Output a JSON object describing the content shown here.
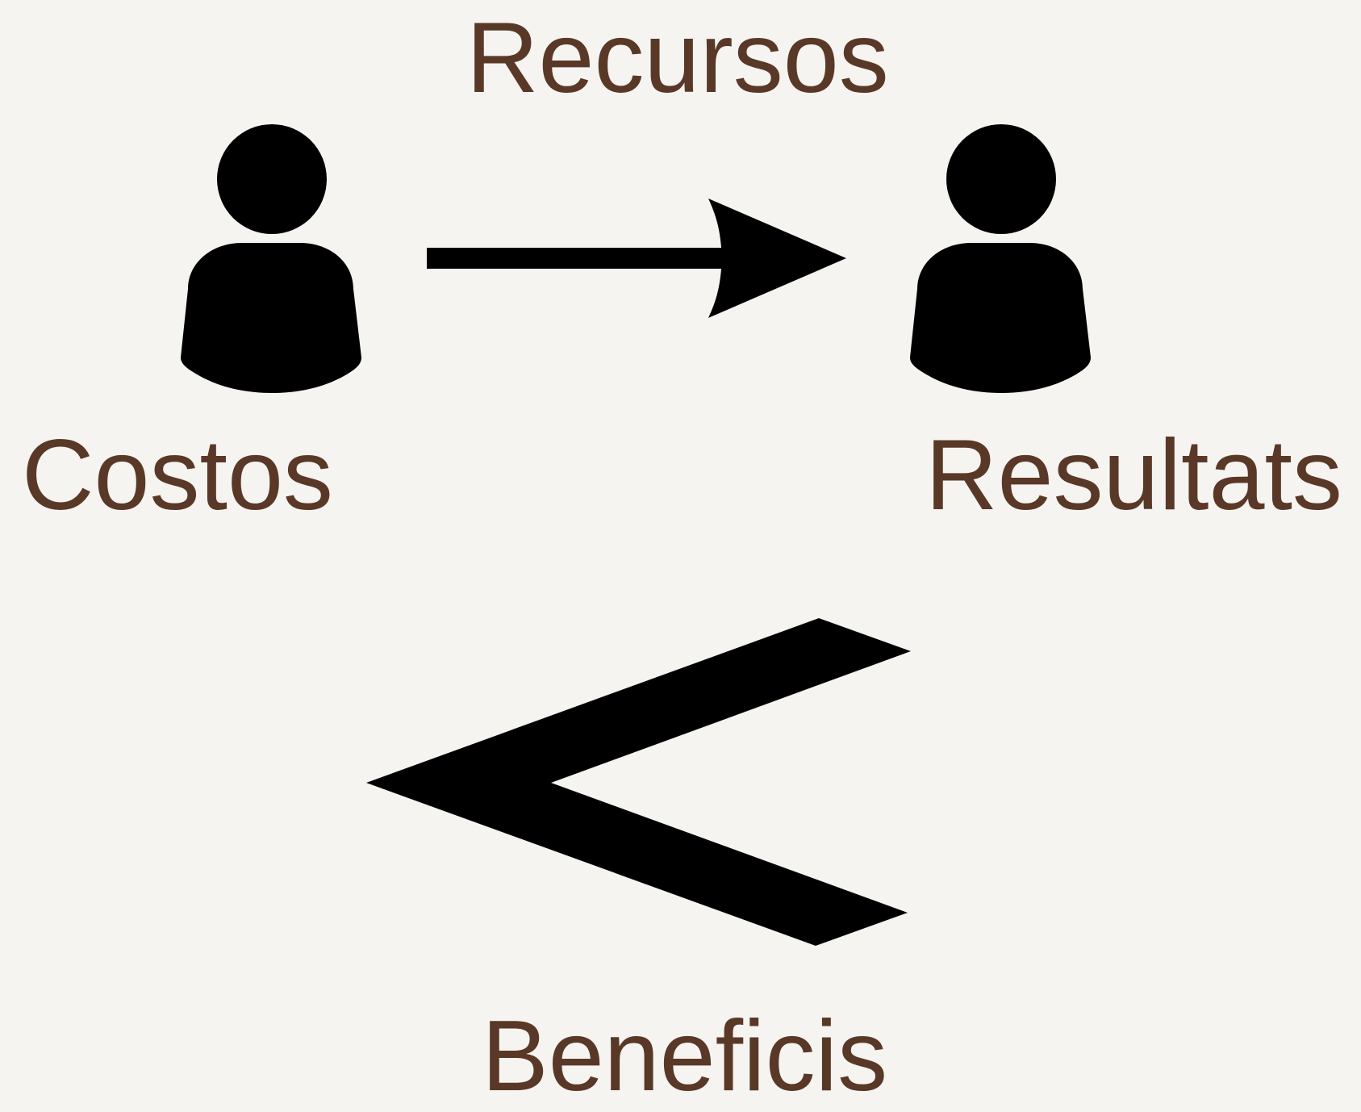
{
  "labels": {
    "top": "Recursos",
    "left": "Costos",
    "right": "Resultats",
    "bottom": "Beneficis"
  },
  "icons": {
    "left_person": "person-icon",
    "right_person": "person-icon",
    "flow_arrow": "right-arrow-icon",
    "comparison": "less-than-icon"
  },
  "colors": {
    "background": "#f5f4f1",
    "text": "#5a3827",
    "shapes": "#000000"
  }
}
